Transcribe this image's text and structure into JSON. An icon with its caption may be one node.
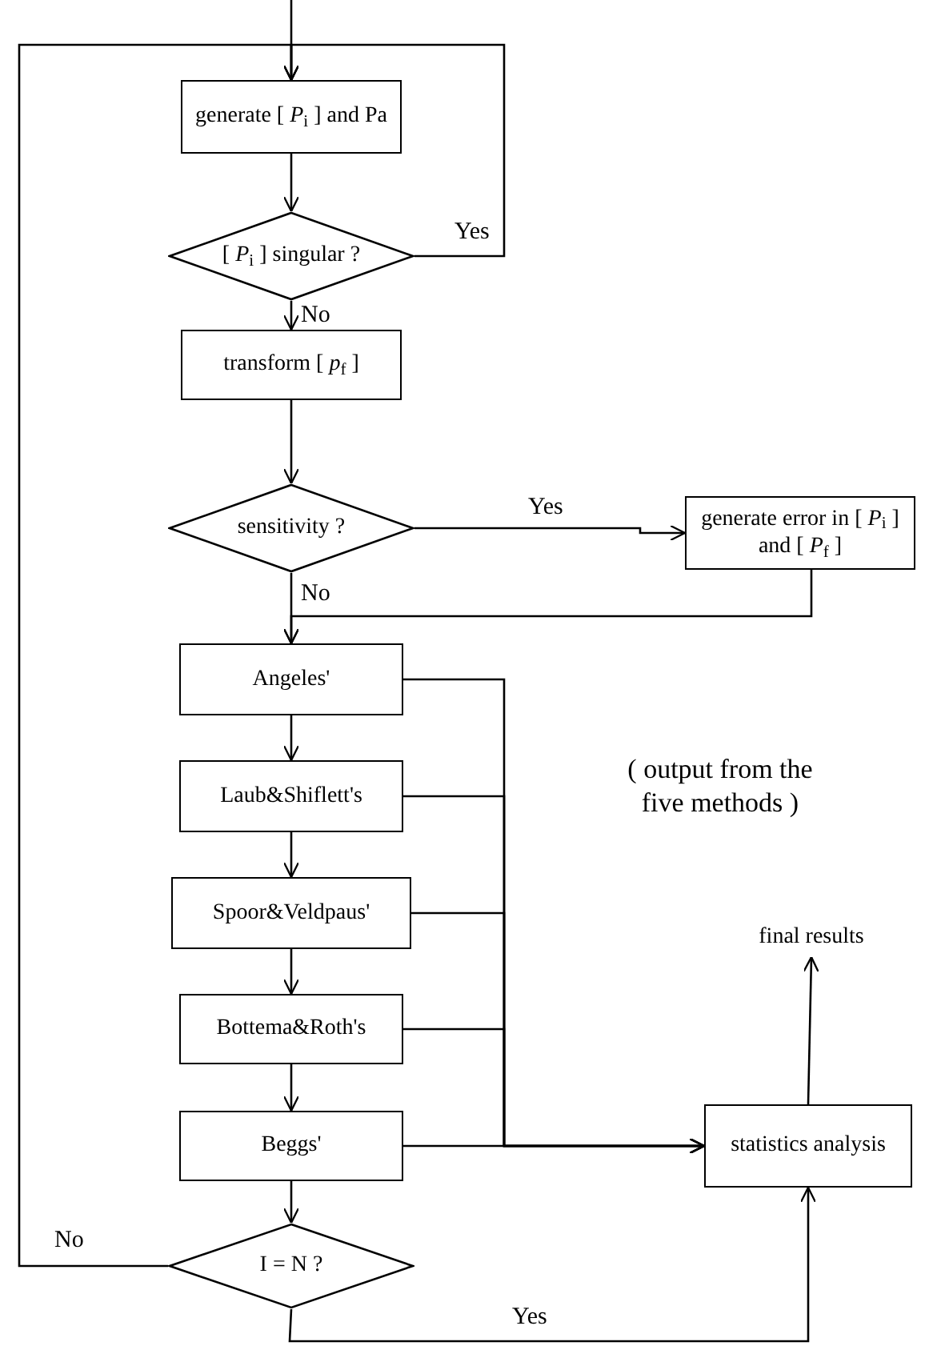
{
  "diagram": {
    "nodes": [
      {
        "text": [
          "generate [ *P*$_{i}$ ] and Pa"
        ]
      },
      {
        "text": [
          "[ *P*$_{i}$ ] singular ?"
        ]
      },
      {
        "text": [
          "transform [ *p*$_{f}$ ]"
        ]
      },
      {
        "text": [
          "sensitivity ?"
        ]
      },
      {
        "text": [
          "generate error in [ *P*$_{i}$ ] and [ *P*$_{f}$ ]"
        ]
      },
      {
        "text": [
          "Angeles'"
        ]
      },
      {
        "text": [
          "Laub&Shiflett's"
        ]
      },
      {
        "text": [
          "Spoor&Veldpaus'"
        ]
      },
      {
        "text": [
          "Bottema&Roth's"
        ]
      },
      {
        "text": [
          "Beggs'"
        ]
      },
      {
        "text": [
          "I = N ?"
        ]
      },
      {
        "text": [
          "statistics analysis"
        ]
      },
      {
        "text": [
          "final results"
        ]
      }
    ],
    "edges": [
      {
        "from": null,
        "to": 0,
        "arrow": "to"
      },
      {
        "from": 0,
        "to": 1,
        "arrow": "to"
      },
      {
        "from": 1,
        "to": 0,
        "label": "Yes",
        "arrow": "to"
      },
      {
        "from": 1,
        "to": 2,
        "label": "No",
        "arrow": "to"
      },
      {
        "from": 2,
        "to": 3,
        "arrow": "to"
      },
      {
        "from": 3,
        "to": 4,
        "label": "Yes",
        "arrow": "to"
      },
      {
        "from": 4,
        "to": 5,
        "arrow": "to"
      },
      {
        "from": 3,
        "to": 5,
        "label": "No",
        "arrow": "to"
      },
      {
        "from": 5,
        "to": 6,
        "arrow": "to"
      },
      {
        "from": 6,
        "to": 7,
        "arrow": "to"
      },
      {
        "from": 7,
        "to": 8,
        "arrow": "to"
      },
      {
        "from": 8,
        "to": 9,
        "arrow": "to"
      },
      {
        "from": 9,
        "to": 10,
        "arrow": "to"
      },
      {
        "from": 5,
        "to": 11,
        "arrow": "to"
      },
      {
        "from": 6,
        "to": 11,
        "arrow": "to"
      },
      {
        "from": 7,
        "to": 11,
        "arrow": "to"
      },
      {
        "from": 8,
        "to": 11,
        "arrow": "to"
      },
      {
        "from": 9,
        "to": 11,
        "arrow": "to"
      },
      {
        "from": 10,
        "to": 0,
        "label": "No",
        "arrow": "to"
      },
      {
        "from": 10,
        "to": 11,
        "label": "Yes",
        "arrow": "to"
      },
      {
        "from": 11,
        "to": 12,
        "arrow": "to"
      }
    ],
    "labels": [
      "( output from the five methods )"
    ]
  }
}
